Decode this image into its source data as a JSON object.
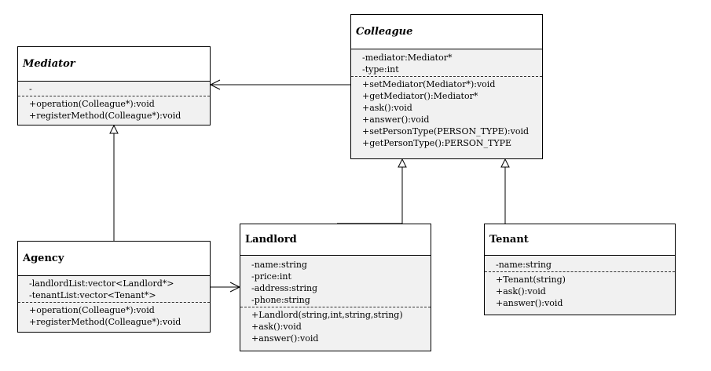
{
  "classes": {
    "mediator": {
      "name": "Mediator",
      "attributes": [
        "-"
      ],
      "operations": [
        "+operation(Colleague*):void",
        "+registerMethod(Colleague*):void"
      ]
    },
    "colleague": {
      "name": "Colleague",
      "attributes": [
        "-mediator:Mediator*",
        "-type:int"
      ],
      "operations": [
        "+setMediator(Mediator*):void",
        "+getMediator():Mediator*",
        "+ask():void",
        "+answer():void",
        "+setPersonType(PERSON_TYPE):void",
        "+getPersonType():PERSON_TYPE"
      ]
    },
    "agency": {
      "name": "Agency",
      "attributes": [
        "-landlordList:vector<Landlord*>",
        "-tenantList:vector<Tenant*>"
      ],
      "operations": [
        "+operation(Colleague*):void",
        "+registerMethod(Colleague*):void"
      ]
    },
    "landlord": {
      "name": "Landlord",
      "attributes": [
        "-name:string",
        "-price:int",
        "-address:string",
        "-phone:string"
      ],
      "operations": [
        "+Landlord(string,int,string,string)",
        "+ask():void",
        "+answer():void"
      ]
    },
    "tenant": {
      "name": "Tenant",
      "attributes": [
        "-name:string"
      ],
      "operations": [
        "+Tenant(string)",
        "+ask():void",
        "+answer():void"
      ]
    }
  }
}
